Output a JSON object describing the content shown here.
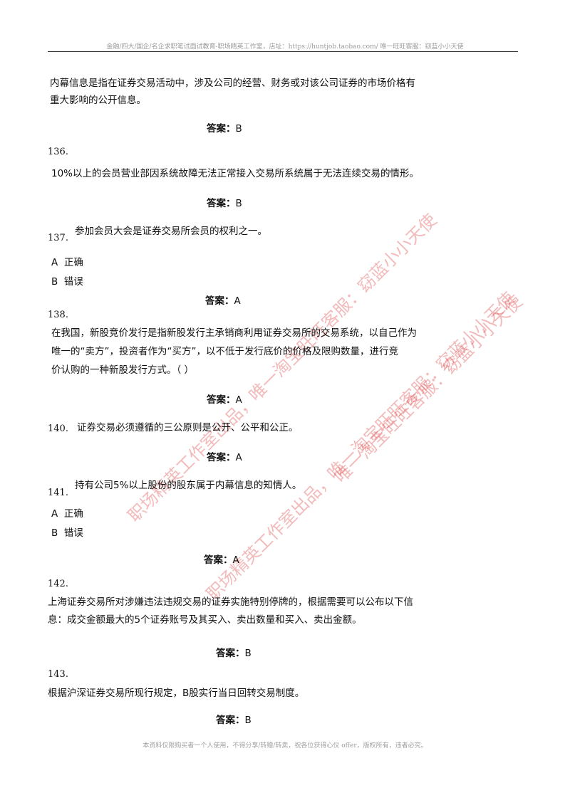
{
  "header": "金融/四大/国企/名企求职笔试面试教育-职场精英工作室，店址：https://huntjob.taobao.com/ 唯一旺旺客服：窈蓝小小天使",
  "footer": "本资料仅限购买者一个人使用，不得分享/转赠/转卖，祝各位获得心仪 offer，版权所有，违者必究。",
  "watermark": {
    "lines": [
      "职场精英工作室出品，唯一淘宝旺旺客服：窈蓝小小天使",
      "职场精英工作室出品，唯一淘宝旺旺客服：窈蓝小小天使",
      "唯一淘宝旺旺客服：窈蓝小小天使"
    ],
    "color": "#d72828"
  },
  "answer_label": "答案：",
  "option_labels": {
    "a": "A",
    "b": "B",
    "a_text": "正确",
    "b_text": "错误"
  },
  "q135": {
    "lines": [
      "内幕信息是指在证券交易活动中，涉及公司的经营、财务或对该公司证券的市场价格有",
      "重大影响的公开信息。"
    ],
    "answer": "B"
  },
  "q136": {
    "number": "136.",
    "text": "10%以上的会员营业部因系统故障无法正常接入交易所系统属于无法连续交易的情形。",
    "answer": "B"
  },
  "q137": {
    "number": "137.",
    "text": "参加会员大会是证券交易所会员的权利之一。",
    "answer": "A"
  },
  "q138": {
    "number": "138.",
    "lines": [
      "在我国，新股竞价发行是指新股发行主承销商利用证券交易所的交易系统，以自己作为",
      "唯一的“卖方”，投资者作为“买方”，以不低于发行底价的价格及限购数量，进行竞",
      "价认购的一种新股发行方式。（  ）"
    ],
    "answer": "A"
  },
  "q140": {
    "number": "140.",
    "text": "证券交易必须遵循的三公原则是公开、公平和公正。",
    "answer": "A"
  },
  "q141": {
    "number": "141.",
    "text": "持有公司5%以上股份的股东属于内幕信息的知情人。",
    "answer": "A"
  },
  "q142": {
    "number": "142.",
    "lines": [
      "上海证券交易所对涉嫌违法违规交易的证券实施特别停牌的，根据需要可以公布以下信",
      "息：成交金额最大的5个证券账号及其买入、卖出数量和买入、卖出金额。"
    ],
    "answer": "B"
  },
  "q143": {
    "number": "143.",
    "text": "根据沪深证券交易所现行规定，B股实行当日回转交易制度。",
    "answer": "B"
  }
}
